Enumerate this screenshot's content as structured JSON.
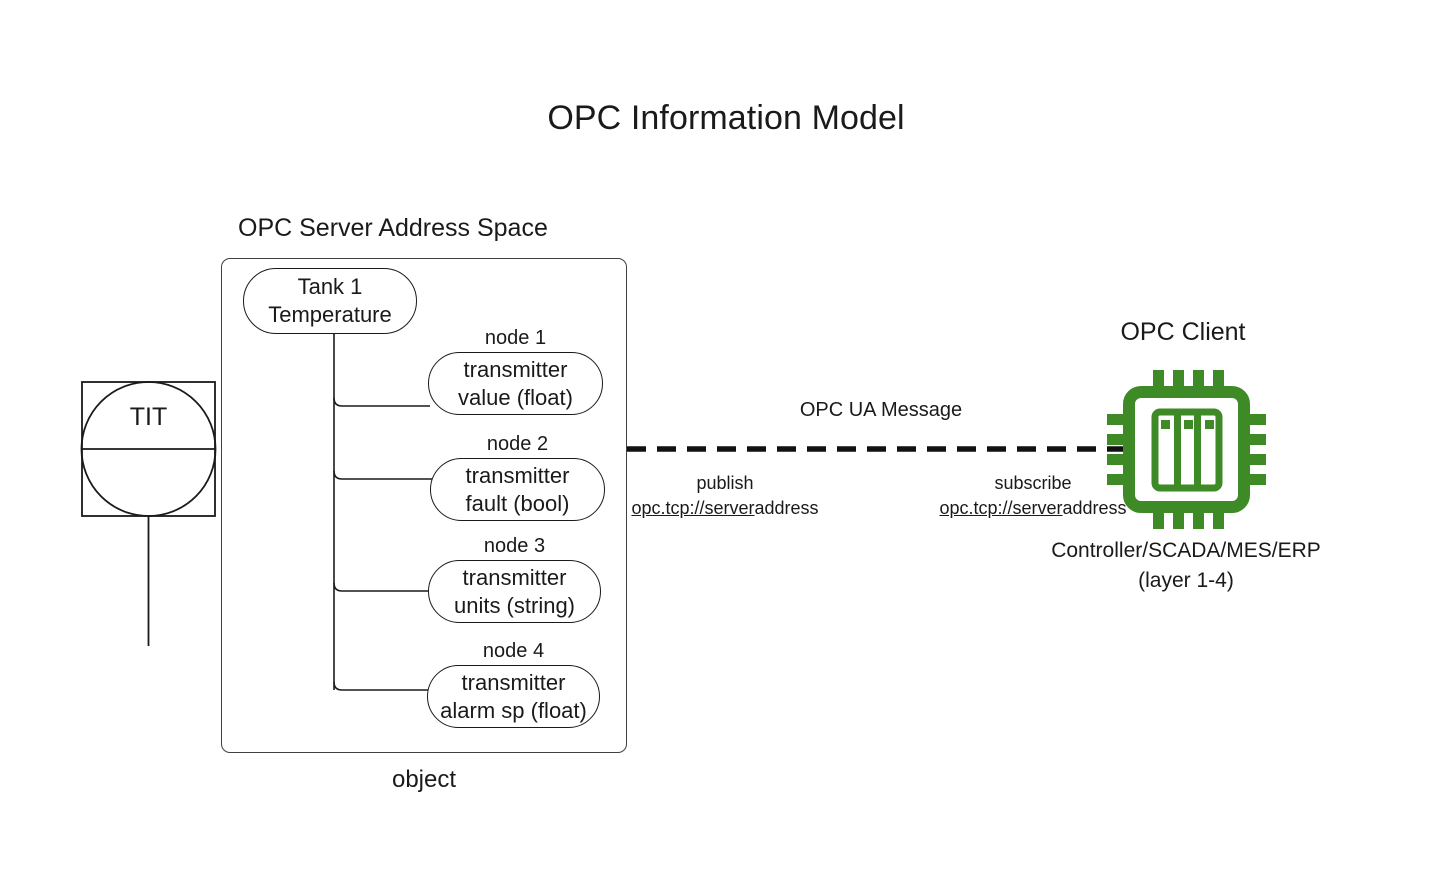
{
  "title": "OPC Information Model",
  "colors": {
    "chip_green": "#3d8a27",
    "stroke": "#1a1a1a",
    "box_stroke": "#404040",
    "background": "#ffffff"
  },
  "field_device": {
    "tag": "TIT",
    "symbol": "instrument-balloon-circle-in-square"
  },
  "server": {
    "section_label": "OPC Server Address Space",
    "footer_label": "object",
    "root_node": {
      "label": "Tank 1\nTemperature"
    },
    "nodes": [
      {
        "caption": "node 1",
        "label": "transmitter\nvalue (float)"
      },
      {
        "caption": "node 2",
        "label": "transmitter\nfault (bool)"
      },
      {
        "caption": "node 3",
        "label": "transmitter\nunits (string)"
      },
      {
        "caption": "node 4",
        "label": "transmitter\nalarm sp (float)"
      }
    ]
  },
  "link": {
    "message_label": "OPC UA Message",
    "publish": {
      "verb": "publish",
      "url_underlined": "opc.tcp://server",
      "url_plain": "address"
    },
    "subscribe": {
      "verb": "subscribe",
      "url_underlined": "opc.tcp://server",
      "url_plain": "address"
    }
  },
  "client": {
    "title": "OPC Client",
    "icon": "cpu-chip-icon",
    "role_label": "Controller/SCADA/MES/ERP\n(layer 1-4)"
  }
}
